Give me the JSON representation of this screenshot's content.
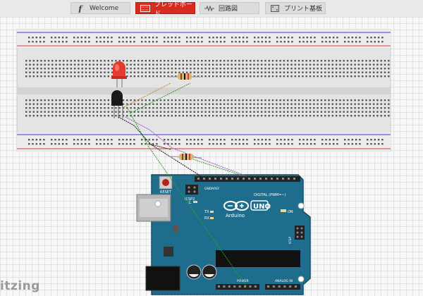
{
  "tabs": [
    {
      "label": "Welcome",
      "icon": "fritzing-f-icon",
      "active": false
    },
    {
      "label": "ブレッドボード",
      "icon": "breadboard-icon",
      "active": true
    },
    {
      "label": "回路図",
      "icon": "schematic-icon",
      "active": false
    },
    {
      "label": "プリント基板",
      "icon": "pcb-icon",
      "active": false
    }
  ],
  "arduino": {
    "reset_label": "RESET",
    "icsp2_label": "ICSP2",
    "icsp_label": "ICSP",
    "digital_label": "DIGITAL (PWM=~)",
    "logo_text": "UNO",
    "brand_text": "Arduino",
    "on_label": "ON",
    "l_label": "L",
    "tx_label": "TX",
    "rx_label": "RX",
    "power_label": "POWER",
    "analog_label": "ANALOG IN",
    "aref_label": "AREF",
    "gnd_label": "GND"
  },
  "app_brand": "itzing",
  "colors": {
    "accent": "#d62b20",
    "board": "#1f6d8c",
    "breadboard": "#e6e6e6"
  }
}
